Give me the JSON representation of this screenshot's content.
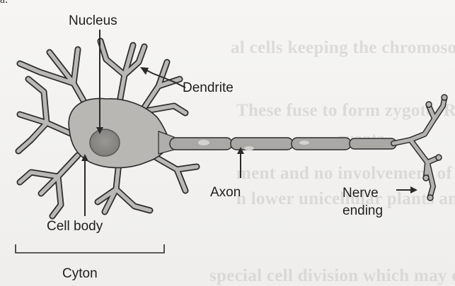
{
  "corner_mark": "a.",
  "labels": {
    "nucleus": "Nucleus",
    "dendrite": "Dendrite",
    "axon": "Axon",
    "nerve_ending_1": "Nerve",
    "nerve_ending_2": "ending",
    "cell_body": "Cell body",
    "cyton": "Cyton"
  },
  "background_text": [
    "al cells keeping the chromosome numbe",
    "These fuse to form zygote. Reproduce sexual",
    "quanta",
    "ment and no involvement of gametes, is",
    "n lower unicellular plants and animals a",
    "special cell division which may occur betwe"
  ],
  "colors": {
    "cell_fill": "#b9b7b4",
    "nucleus_fill": "#8d8b88",
    "axon_fill": "#aaa8a5",
    "line": "#2a2a2a"
  }
}
